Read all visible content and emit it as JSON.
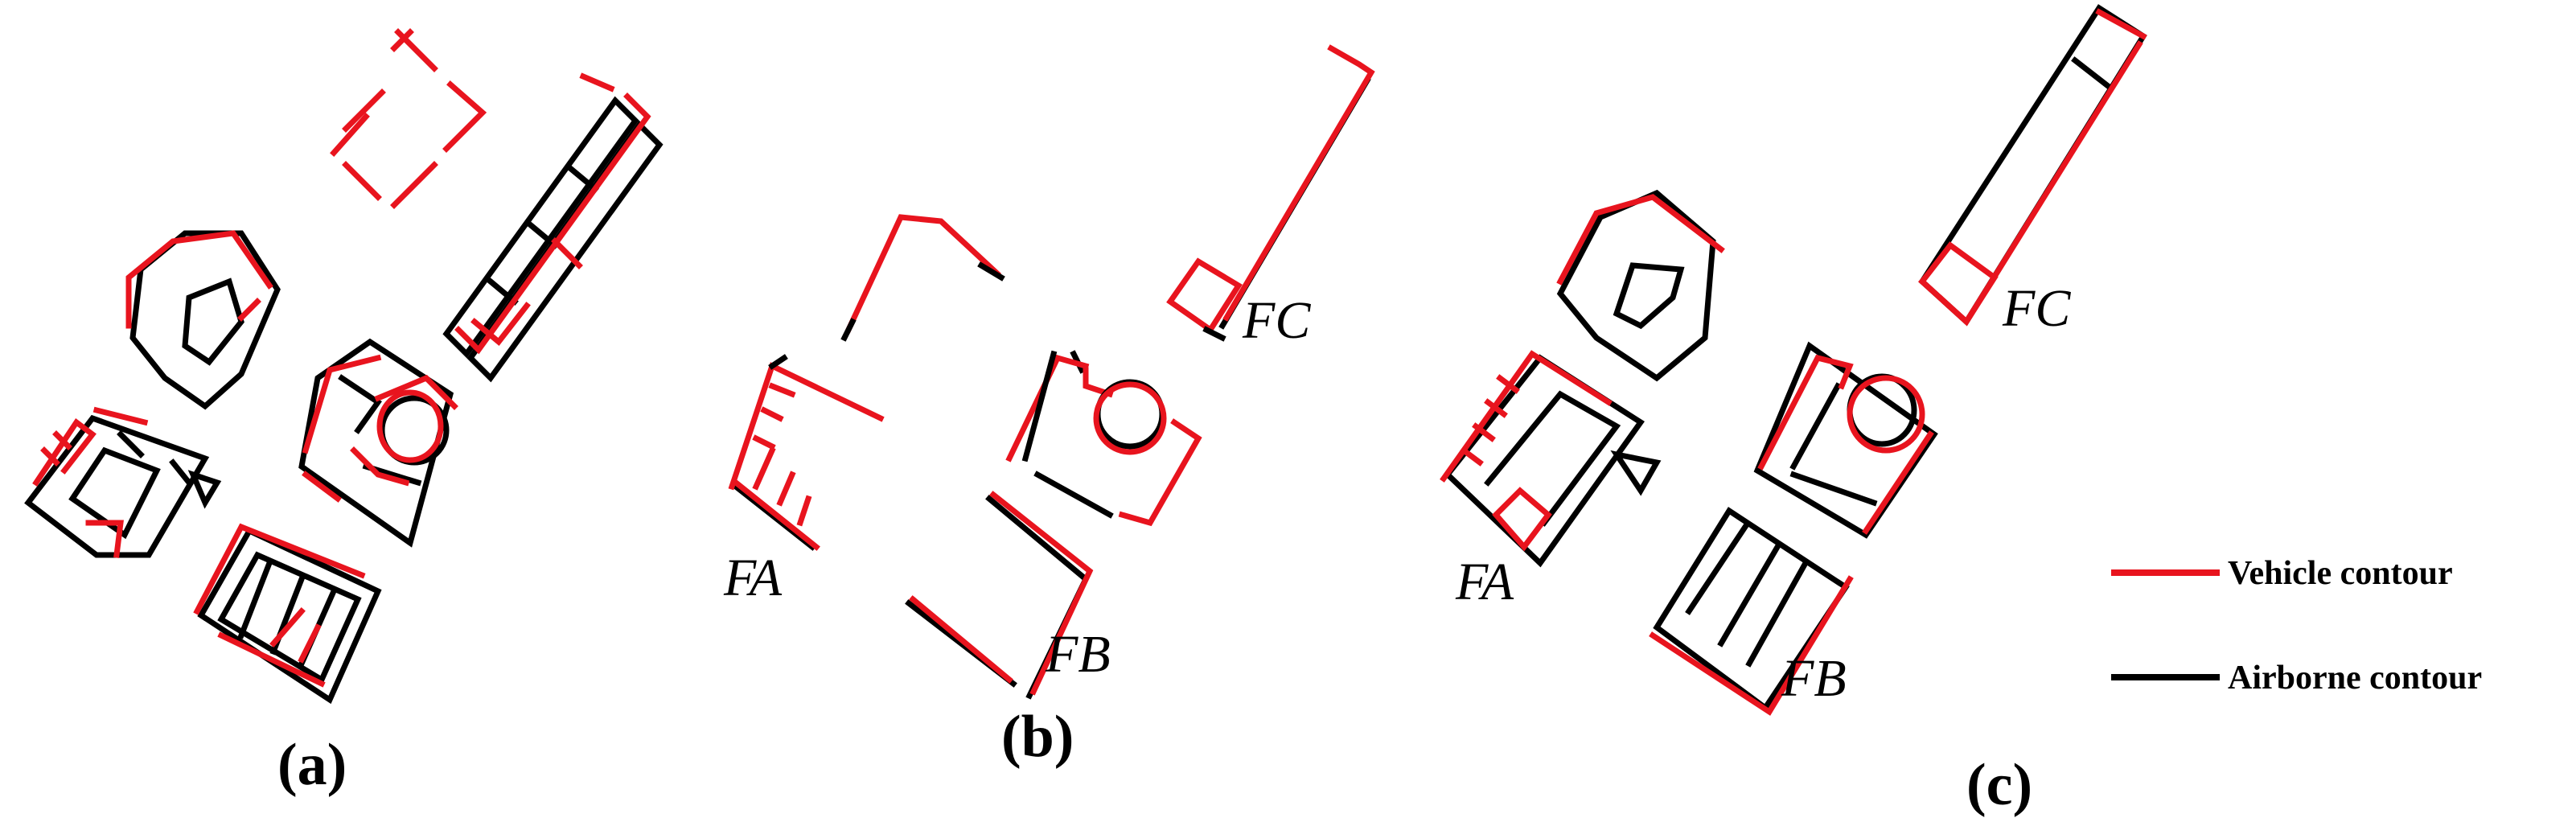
{
  "colors": {
    "vehicle": "#e8141e",
    "airborne": "#000000"
  },
  "panels": {
    "a": {
      "label": "(a)"
    },
    "b": {
      "label": "(b)",
      "labels": {
        "FA": "FA",
        "FB": "FB",
        "FC": "FC"
      }
    },
    "c": {
      "label": "(c)",
      "labels": {
        "FA": "FA",
        "FB": "FB",
        "FC": "FC"
      }
    }
  },
  "legend": {
    "vehicle": "Vehicle contour",
    "airborne": "Airborne contour"
  }
}
